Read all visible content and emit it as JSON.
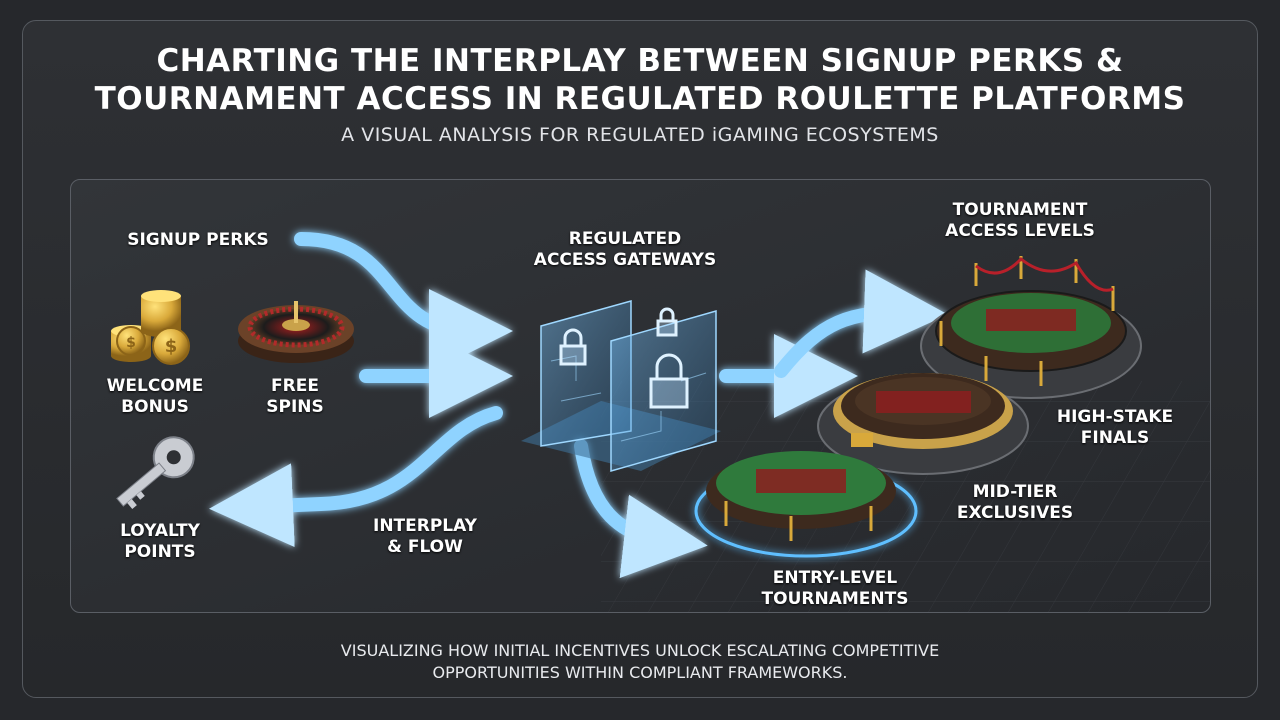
{
  "header": {
    "title_line1": "CHARTING THE INTERPLAY BETWEEN SIGNUP PERKS &",
    "title_line2": "TOURNAMENT ACCESS IN REGULATED ROULETTE PLATFORMS",
    "subtitle": "A VISUAL ANALYSIS FOR REGULATED iGAMING ECOSYSTEMS"
  },
  "diagram": {
    "signup_perks": "SIGNUP PERKS",
    "welcome_bonus_1": "WELCOME",
    "welcome_bonus_2": "BONUS",
    "free_spins_1": "FREE",
    "free_spins_2": "SPINS",
    "loyalty_points_1": "LOYALTY",
    "loyalty_points_2": "POINTS",
    "interplay_1": "INTERPLAY",
    "interplay_2": "& FLOW",
    "gateways_1": "REGULATED",
    "gateways_2": "ACCESS GATEWAYS",
    "tournament_levels_1": "TOURNAMENT",
    "tournament_levels_2": "ACCESS LEVELS",
    "high_stake_1": "HIGH-STAKE",
    "high_stake_2": "FINALS",
    "mid_tier_1": "MID-TIER",
    "mid_tier_2": "EXCLUSIVES",
    "entry_level_1": "ENTRY-LEVEL",
    "entry_level_2": "TOURNAMENTS"
  },
  "footer": {
    "line1": "VISUALIZING HOW INITIAL INCENTIVES UNLOCK ESCALATING COMPETITIVE",
    "line2": "OPPORTUNITIES WITHIN COMPLIANT FRAMEWORKS."
  },
  "colors": {
    "arrow": "#6fc4ff",
    "table_felt": "#2f7a3c",
    "table_rim": "#5a3a24",
    "gold": "#d9a93a",
    "rope": "#b8202a"
  },
  "icons": [
    "coins-icon",
    "roulette-wheel-icon",
    "key-icon",
    "padlock-icon",
    "roulette-table-icon"
  ]
}
